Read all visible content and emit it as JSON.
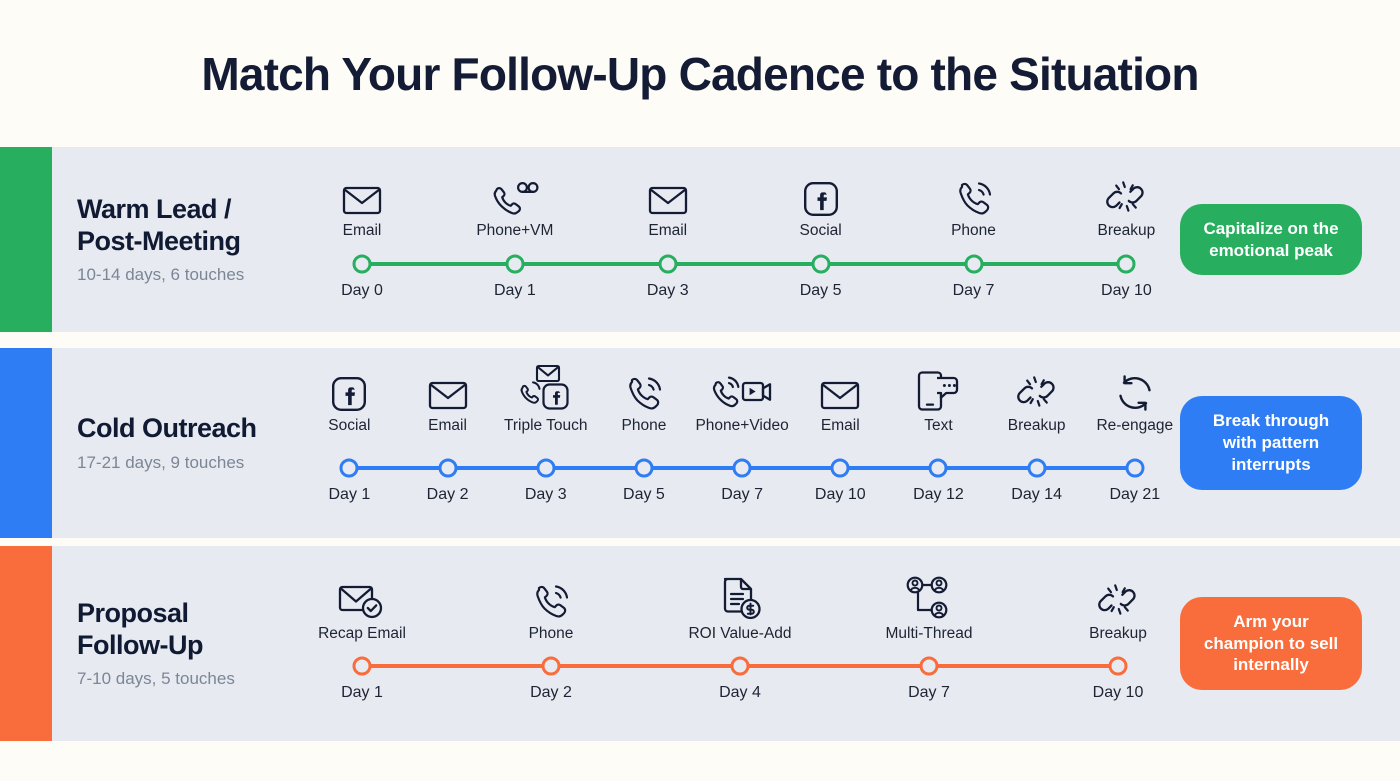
{
  "header": {
    "title": "Match Your Follow-Up Cadence to the Situation"
  },
  "colors": {
    "background": "#fdfcf7",
    "panel": "#e7eaf0",
    "title_text": "#141b34",
    "green": "#27ae5f",
    "blue": "#2f7df4",
    "orange": "#f96c3b",
    "subtitle_text": "#7b8696"
  },
  "rows": [
    {
      "id": "warm-lead",
      "accent": "green",
      "title": "Warm Lead / Post-Meeting",
      "title_line1": "Warm Lead /",
      "title_line2": "Post-Meeting",
      "subtitle": "10-14 days, 6 touches",
      "pill": "Capitalize on the emotional peak",
      "stops": [
        {
          "icon": "envelope-icon",
          "label": "Email",
          "day": "Day 0"
        },
        {
          "icon": "phone-voicemail-icon",
          "label": "Phone+VM",
          "day": "Day 1"
        },
        {
          "icon": "envelope-icon",
          "label": "Email",
          "day": "Day 3"
        },
        {
          "icon": "facebook-icon",
          "label": "Social",
          "day": "Day 5"
        },
        {
          "icon": "phone-icon",
          "label": "Phone",
          "day": "Day 7"
        },
        {
          "icon": "broken-link-icon",
          "label": "Breakup",
          "day": "Day 10"
        }
      ]
    },
    {
      "id": "cold-outreach",
      "accent": "blue",
      "title": "Cold Outreach",
      "title_line1": "Cold Outreach",
      "title_line2": "",
      "subtitle": "17-21 days, 9 touches",
      "pill": "Break through with pattern interrupts",
      "stops": [
        {
          "icon": "facebook-icon",
          "label": "Social",
          "day": "Day 1"
        },
        {
          "icon": "envelope-icon",
          "label": "Email",
          "day": "Day 2"
        },
        {
          "icon": "triple-touch-icon",
          "label": "Triple Touch",
          "day": "Day 3"
        },
        {
          "icon": "phone-icon",
          "label": "Phone",
          "day": "Day 5"
        },
        {
          "icon": "phone-video-icon",
          "label": "Phone+Video",
          "day": "Day 7"
        },
        {
          "icon": "envelope-icon",
          "label": "Email",
          "day": "Day 10"
        },
        {
          "icon": "text-message-icon",
          "label": "Text",
          "day": "Day 12"
        },
        {
          "icon": "broken-link-icon",
          "label": "Breakup",
          "day": "Day 14"
        },
        {
          "icon": "refresh-cycle-icon",
          "label": "Re-engage",
          "day": "Day 21"
        }
      ]
    },
    {
      "id": "proposal-follow-up",
      "accent": "orange",
      "title": "Proposal Follow-Up",
      "title_line1": "Proposal",
      "title_line2": "Follow-Up",
      "subtitle": "7-10 days, 5 touches",
      "pill": "Arm your champion to sell internally",
      "stops": [
        {
          "icon": "envelope-check-icon",
          "label": "Recap Email",
          "day": "Day 1"
        },
        {
          "icon": "phone-icon",
          "label": "Phone",
          "day": "Day 2"
        },
        {
          "icon": "document-dollar-icon",
          "label": "ROI Value-Add",
          "day": "Day 4"
        },
        {
          "icon": "multi-thread-icon",
          "label": "Multi-Thread",
          "day": "Day 7"
        },
        {
          "icon": "broken-link-icon",
          "label": "Breakup",
          "day": "Day 10"
        }
      ]
    }
  ]
}
